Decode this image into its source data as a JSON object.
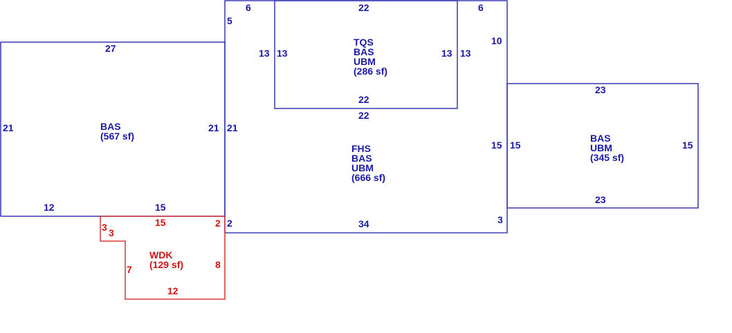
{
  "areas": {
    "left_bas": {
      "code": "BAS",
      "area": "(567 sf)"
    },
    "top_tqs": {
      "line1": "TQS",
      "line2": "BAS",
      "line3": "UBM",
      "area": "(286 sf)"
    },
    "center_fhs": {
      "line1": "FHS",
      "line2": "BAS",
      "line3": "UBM",
      "area": "(666 sf)"
    },
    "right_bas": {
      "line1": "BAS",
      "line2": "UBM",
      "area": "(345 sf)"
    },
    "deck_wdk": {
      "code": "WDK",
      "area": "(129 sf)"
    }
  },
  "dimensions": {
    "left_top": "27",
    "left_left": "21",
    "left_right": "21",
    "left_bottom_a": "12",
    "left_bottom_b": "15",
    "tqs_top": "22",
    "tqs_left_outer": "13",
    "tqs_left_inner": "13",
    "tqs_right_inner": "13",
    "tqs_right_outer": "13",
    "tqs_bottom": "22",
    "center_top_left": "6",
    "center_top_right": "6",
    "center_left_upper": "5",
    "center_right_upper": "10",
    "center_below_tqs": "22",
    "center_left": "21",
    "center_right": "15",
    "center_bottom": "34",
    "center_bottom_left": "2",
    "center_bottom_right": "3",
    "right_top": "23",
    "right_left": "15",
    "right_right": "15",
    "right_bottom": "23",
    "deck_top": "15",
    "deck_left_a": "3",
    "deck_left_b": "3",
    "deck_right_top": "2",
    "deck_left": "7",
    "deck_right": "8",
    "deck_bottom": "12"
  },
  "colors": {
    "structure": "#1a1aa8",
    "deck": "#d21414"
  }
}
